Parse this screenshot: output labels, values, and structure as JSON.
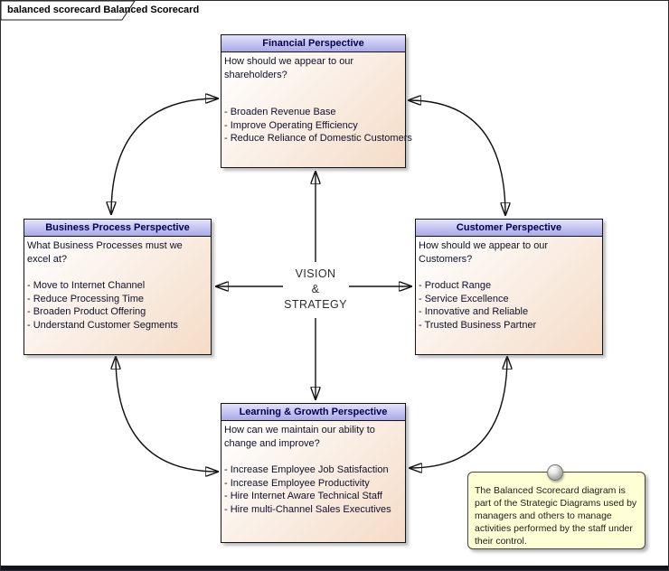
{
  "frame": {
    "tab_title": "balanced scorecard Balanced Scorecard"
  },
  "center": {
    "lines": [
      "VISION",
      "&",
      "STRATEGY"
    ]
  },
  "boxes": [
    {
      "id": "financial",
      "title": "Financial Perspective",
      "question": "How should we appear to our shareholders?",
      "items": [
        "- Broaden Revenue Base",
        "- Improve Operating Efficiency",
        "- Reduce Reliance of Domestic Customers"
      ]
    },
    {
      "id": "business-process",
      "title": "Business Process Perspective",
      "question": "What Business Processes must we excel at?",
      "items": [
        "- Move to Internet Channel",
        "- Reduce Processing Time",
        "- Broaden Product Offering",
        "- Understand Customer Segments"
      ]
    },
    {
      "id": "customer",
      "title": "Customer Perspective",
      "question": "How should we appear to our Customers?",
      "items": [
        "- Product Range",
        "- Service Excellence",
        "- Innovative and Reliable",
        "- Trusted Business Partner"
      ]
    },
    {
      "id": "learning-growth",
      "title": "Learning & Growth Perspective",
      "question": "How can we maintain our ability to change and improve?",
      "items": [
        "- Increase Employee Job Satisfaction",
        "- Increase Employee Productivity",
        "- Hire Internet Aware Technical Staff",
        "- Hire multi-Channel Sales Executives"
      ]
    }
  ],
  "note": {
    "text": "The Balanced Scorecard diagram is part of the Strategic Diagrams used by managers and others to manage activities performed by the staff under their control."
  },
  "colors": {
    "header_top": "#e3e2fb",
    "header_bottom": "#a9a9e8",
    "box_gradient_end": "#f5ddc9",
    "note_background": "#ffffd6",
    "connector": "#111111"
  }
}
